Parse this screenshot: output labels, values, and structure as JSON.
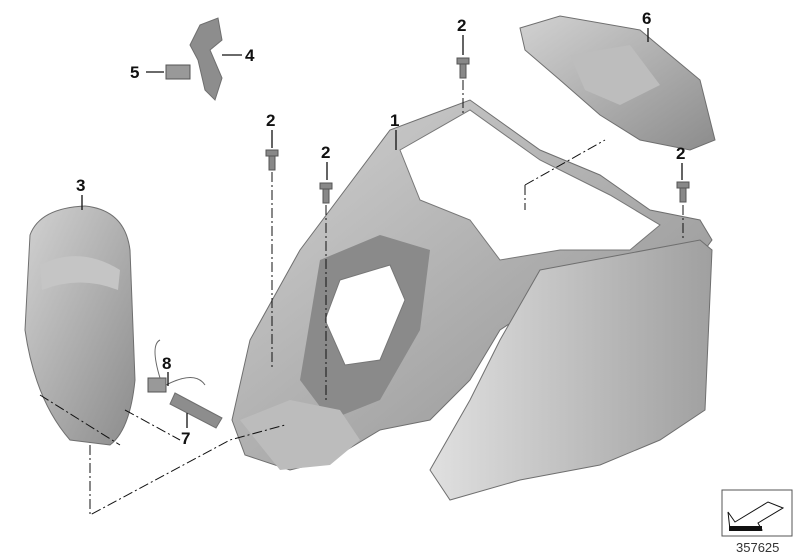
{
  "diagram": {
    "callouts": [
      {
        "id": "1",
        "label": "1"
      },
      {
        "id": "2a",
        "label": "2"
      },
      {
        "id": "2b",
        "label": "2"
      },
      {
        "id": "2c",
        "label": "2"
      },
      {
        "id": "2d",
        "label": "2"
      },
      {
        "id": "3",
        "label": "3"
      },
      {
        "id": "4",
        "label": "4"
      },
      {
        "id": "5",
        "label": "5"
      },
      {
        "id": "6",
        "label": "6"
      },
      {
        "id": "7",
        "label": "7"
      },
      {
        "id": "8",
        "label": "8"
      }
    ],
    "reference_number": "357625",
    "colors": {
      "part_fill": "#a9a9a9",
      "part_light": "#c9c9c9",
      "part_dark": "#7d7d7d",
      "line": "#111111"
    }
  }
}
